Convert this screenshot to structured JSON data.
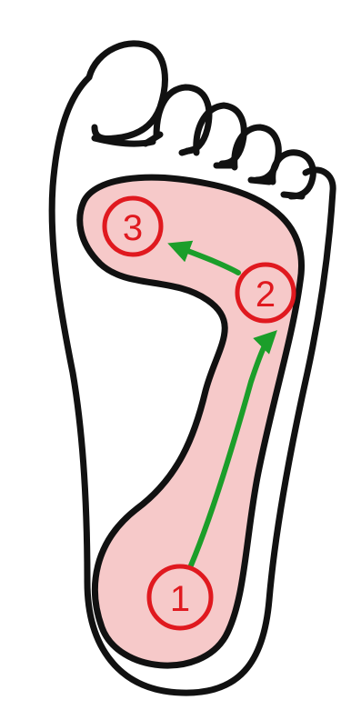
{
  "colors": {
    "outline": "#111111",
    "zone_fill": "#f6c9c9",
    "step_color": "#e0191f",
    "arrow_color": "#1b9e2a",
    "background": "#ffffff"
  },
  "steps": [
    {
      "label": "1"
    },
    {
      "label": "2"
    },
    {
      "label": "3"
    }
  ]
}
